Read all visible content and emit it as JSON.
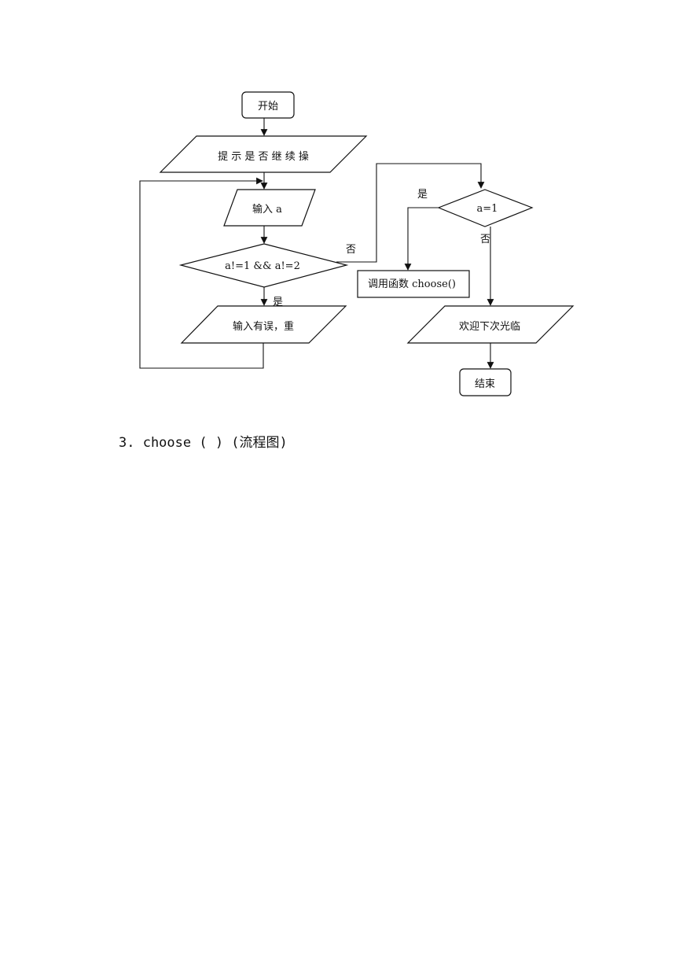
{
  "flowchart": {
    "start": "开始",
    "prompt": "提 示 是 否 继 续 操",
    "input_a": "输入 a",
    "condition_range": "a!=1 && a!=2",
    "label_range_no": "否",
    "label_range_yes": "是",
    "error_retry": "输入有误，重",
    "condition_eq1": "a=1",
    "label_eq1_yes": "是",
    "label_eq1_no": "否",
    "call_choose": "调用函数 choose()",
    "farewell": "欢迎下次光临",
    "end": "结束"
  },
  "caption": {
    "text": "3. choose ( ) (流程图)"
  },
  "colors": {
    "stroke": "#111111",
    "background": "#ffffff"
  }
}
